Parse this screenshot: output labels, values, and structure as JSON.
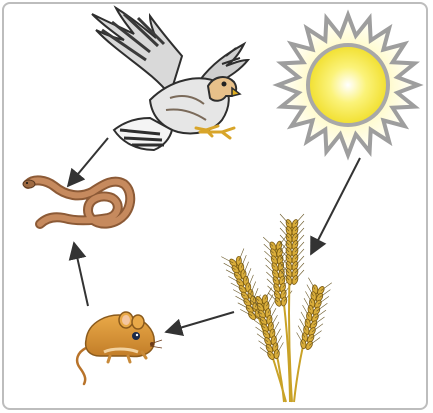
{
  "diagram": {
    "type": "food-chain",
    "nodes": [
      {
        "id": "sun",
        "icon": "sun-icon"
      },
      {
        "id": "wheat",
        "icon": "wheat-icon"
      },
      {
        "id": "mouse",
        "icon": "mouse-icon"
      },
      {
        "id": "snake",
        "icon": "snake-icon"
      },
      {
        "id": "hawk",
        "icon": "hawk-icon"
      }
    ],
    "edges": [
      {
        "from": "sun",
        "to": "wheat"
      },
      {
        "from": "wheat",
        "to": "mouse"
      },
      {
        "from": "mouse",
        "to": "snake"
      },
      {
        "from": "hawk",
        "to": "snake"
      }
    ]
  },
  "colors": {
    "frame": "#bdbdbd",
    "arrow": "#333333",
    "sun_core": "#f5e94a",
    "sun_rays": "#9e9e9e",
    "wheat": "#c9a227",
    "mouse": "#d99a3c",
    "snake": "#b07a50",
    "hawk_dark": "#3a3a3a",
    "hawk_light": "#cfcfcf"
  }
}
